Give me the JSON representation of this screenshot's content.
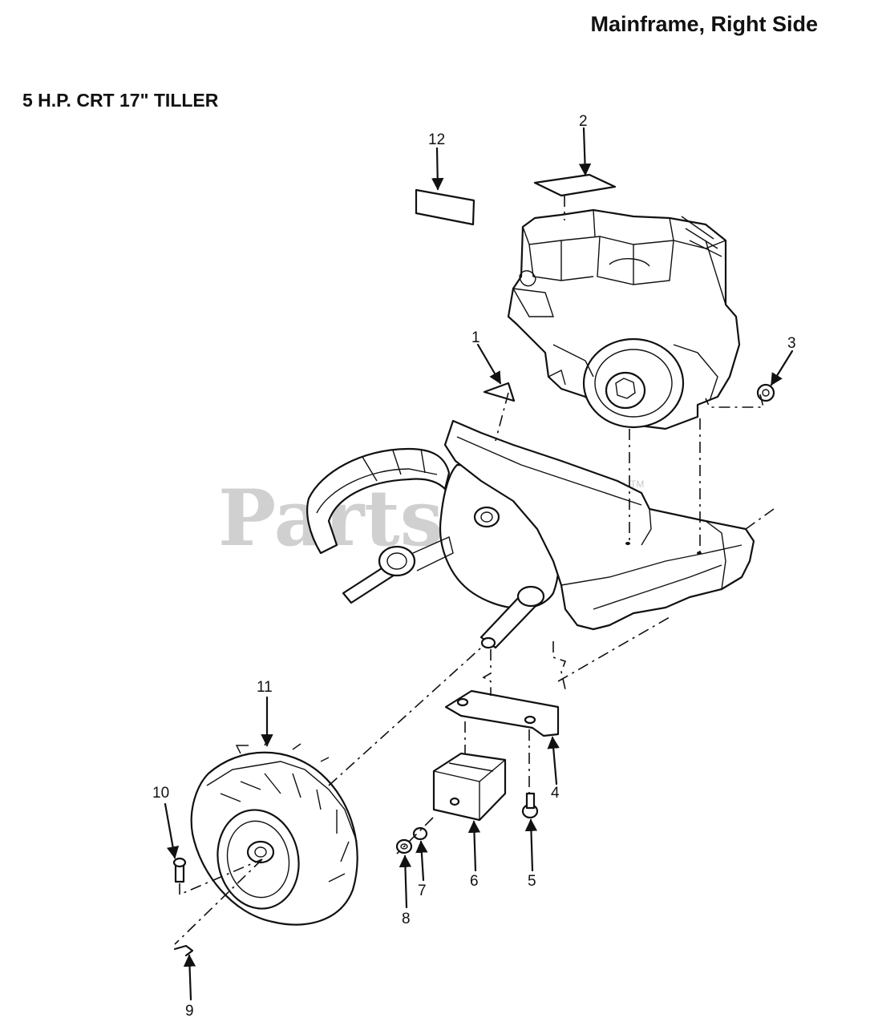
{
  "header": {
    "page_title": "Mainframe, Right Side",
    "model_title": "5 H.P. CRT 17\"  TILLER"
  },
  "watermark": {
    "text": "PartsTree",
    "tm": "TM"
  },
  "callouts": [
    {
      "id": "1",
      "label": "1"
    },
    {
      "id": "2",
      "label": "2"
    },
    {
      "id": "3",
      "label": "3"
    },
    {
      "id": "4",
      "label": "4"
    },
    {
      "id": "5",
      "label": "5"
    },
    {
      "id": "6",
      "label": "6"
    },
    {
      "id": "7",
      "label": "7"
    },
    {
      "id": "8",
      "label": "8"
    },
    {
      "id": "9",
      "label": "9"
    },
    {
      "id": "10",
      "label": "10"
    },
    {
      "id": "11",
      "label": "11"
    },
    {
      "id": "12",
      "label": "12"
    }
  ]
}
